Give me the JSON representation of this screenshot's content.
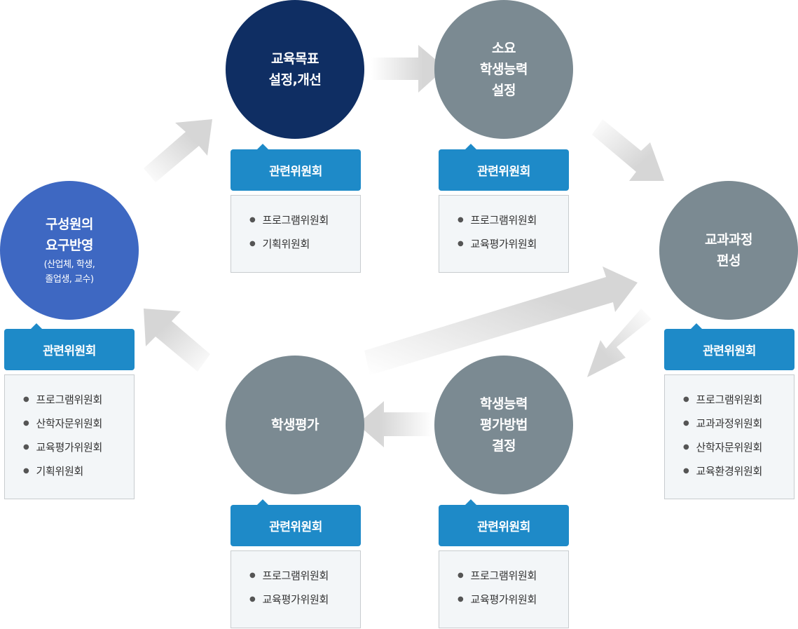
{
  "colors": {
    "navy": "#0f2e63",
    "blue": "#3e68c2",
    "gray": "#7b8a92",
    "committee_header": "#1e8ac8",
    "committee_bg": "#f3f6f8",
    "arrow": "#d6d6d6"
  },
  "committee_label": "관련위원회",
  "steps": [
    {
      "id": "member-needs",
      "title": "구성원의\n요구반영",
      "subtitle": "(산업체, 학생,\n졸업생, 교수)",
      "committees": [
        "프로그램위원회",
        "산학자문위원회",
        "교육평가위원회",
        "기획위원회"
      ]
    },
    {
      "id": "edu-goals",
      "title": "교육목표\n설정,개선",
      "subtitle": "",
      "committees": [
        "프로그램위원회",
        "기획위원회"
      ]
    },
    {
      "id": "required-competency",
      "title": "소요\n학생능력\n설정",
      "subtitle": "",
      "committees": [
        "프로그램위원회",
        "교육평가위원회"
      ]
    },
    {
      "id": "curriculum",
      "title": "교과과정\n편성",
      "subtitle": "",
      "committees": [
        "프로그램위원회",
        "교과과정위원회",
        "산학자문위원회",
        "교육환경위원회"
      ]
    },
    {
      "id": "assessment-method",
      "title": "학생능력\n평가방법\n결정",
      "subtitle": "",
      "committees": [
        "프로그램위원회",
        "교육평가위원회"
      ]
    },
    {
      "id": "student-eval",
      "title": "학생평가",
      "subtitle": "",
      "committees": [
        "프로그램위원회",
        "교육평가위원회"
      ]
    }
  ],
  "flow": [
    [
      "member-needs",
      "edu-goals"
    ],
    [
      "edu-goals",
      "required-competency"
    ],
    [
      "required-competency",
      "curriculum"
    ],
    [
      "curriculum",
      "assessment-method"
    ],
    [
      "assessment-method",
      "student-eval"
    ],
    [
      "student-eval",
      "member-needs"
    ],
    [
      "student-eval",
      "curriculum"
    ]
  ]
}
